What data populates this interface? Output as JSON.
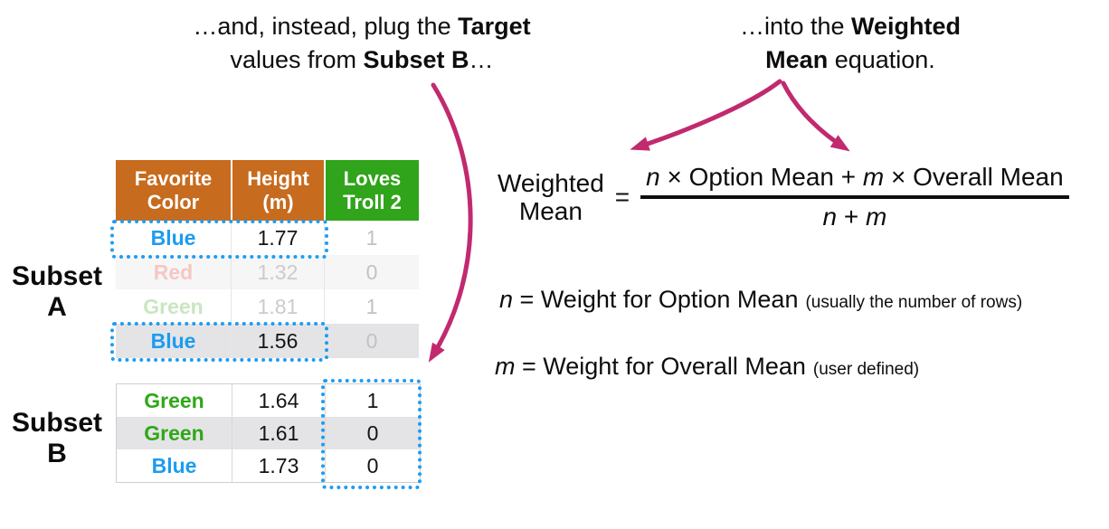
{
  "colors": {
    "accent": "#C12A6F",
    "blue": "#1E9CF0",
    "blue_text": "#1B9CF0",
    "green_text": "#2FA818",
    "orange_header": "#C76B1E",
    "green_header": "#30A41A",
    "faded_red": "#F7C6C3",
    "faded_green": "#C9E6C1",
    "faded_gray": "#C2C2C5",
    "row_gray": "#E4E4E7"
  },
  "captions": {
    "left": {
      "l1a": "…and, instead, plug the ",
      "l1b": "Target",
      "l2a": "values from ",
      "l2b": "Subset B",
      "l2c": "…"
    },
    "right": {
      "l1a": "…into the ",
      "l1b": "Weighted",
      "l2a": "Mean",
      "l2b": " equation."
    }
  },
  "labels": {
    "subset_a_line1": "Subset",
    "subset_a_line2": "A",
    "subset_b_line1": "Subset",
    "subset_b_line2": "B"
  },
  "table_a": {
    "headers": [
      "Favorite Color",
      "Height (m)",
      "Loves Troll 2"
    ],
    "rows": [
      {
        "color": "Blue",
        "height": "1.77",
        "troll": "1"
      },
      {
        "color": "Red",
        "height": "1.32",
        "troll": "0"
      },
      {
        "color": "Green",
        "height": "1.81",
        "troll": "1"
      },
      {
        "color": "Blue",
        "height": "1.56",
        "troll": "0"
      }
    ]
  },
  "table_b": {
    "rows": [
      {
        "color": "Green",
        "height": "1.64",
        "troll": "1"
      },
      {
        "color": "Green",
        "height": "1.61",
        "troll": "0"
      },
      {
        "color": "Blue",
        "height": "1.73",
        "troll": "0"
      }
    ]
  },
  "equation": {
    "lhs_line1": "Weighted",
    "lhs_line2": "Mean",
    "equals": "=",
    "num_n": "n",
    "times1": " × ",
    "option": "Option Mean",
    "plus1": " + ",
    "num_m": "m",
    "times2": " × ",
    "overall": "Overall Mean",
    "den_n": "n",
    "den_plus": " + ",
    "den_m": "m"
  },
  "definitions": {
    "n": {
      "variable": "n",
      "equals": " = ",
      "label": "Weight for Option Mean",
      "note": "(usually the number of rows)"
    },
    "m": {
      "variable": "m",
      "equals": " = ",
      "label": "Weight for Overall Mean",
      "note": "(user defined)"
    }
  }
}
